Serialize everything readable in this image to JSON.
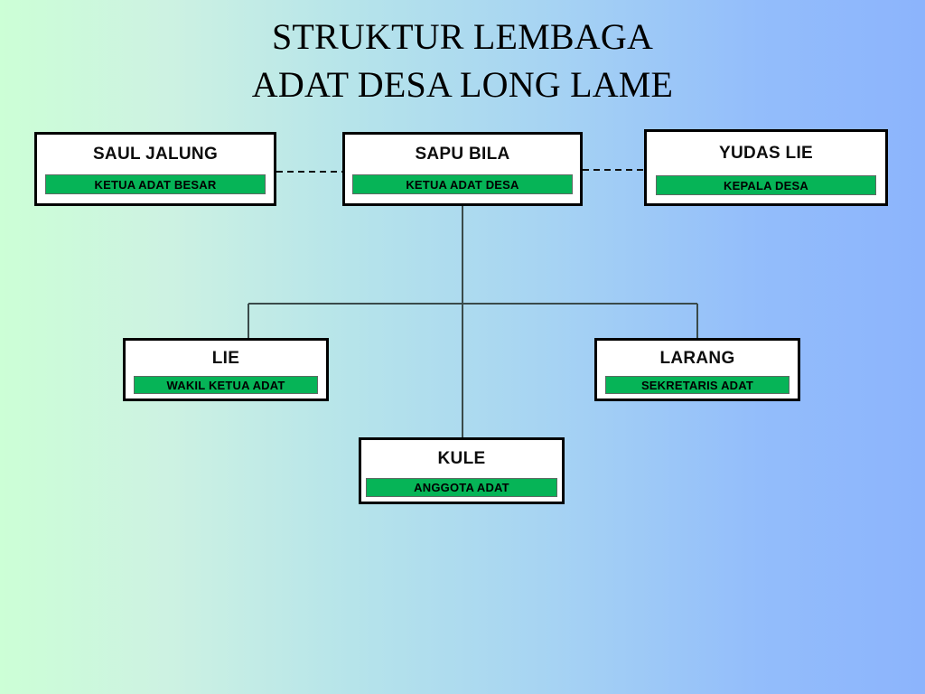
{
  "title": "STRUKTUR LEMBAGA\nADAT DESA LONG LAME",
  "colors": {
    "role_badge_green": "#06b457",
    "box_border": "#000000",
    "background_start": "#ccffd6",
    "background_end": "#8cb4fc",
    "connector": "#3a4a4a"
  },
  "nodes": {
    "saul": {
      "name": "SAUL JALUNG",
      "role": "KETUA ADAT BESAR"
    },
    "sapu": {
      "name": "SAPU BILA",
      "role": "KETUA ADAT DESA"
    },
    "yudas": {
      "name": "YUDAS LIE",
      "role": "KEPALA DESA"
    },
    "lie": {
      "name": "LIE",
      "role": "WAKIL KETUA ADAT"
    },
    "larang": {
      "name": "LARANG",
      "role": "SEKRETARIS ADAT"
    },
    "kule": {
      "name": "KULE",
      "role": "ANGGOTA ADAT"
    }
  },
  "connections": [
    {
      "from": "saul",
      "to": "sapu",
      "style": "dashed"
    },
    {
      "from": "sapu",
      "to": "yudas",
      "style": "dashed"
    },
    {
      "from": "sapu",
      "to": "lie",
      "style": "solid"
    },
    {
      "from": "sapu",
      "to": "larang",
      "style": "solid"
    },
    {
      "from": "sapu",
      "to": "kule",
      "style": "solid"
    }
  ]
}
